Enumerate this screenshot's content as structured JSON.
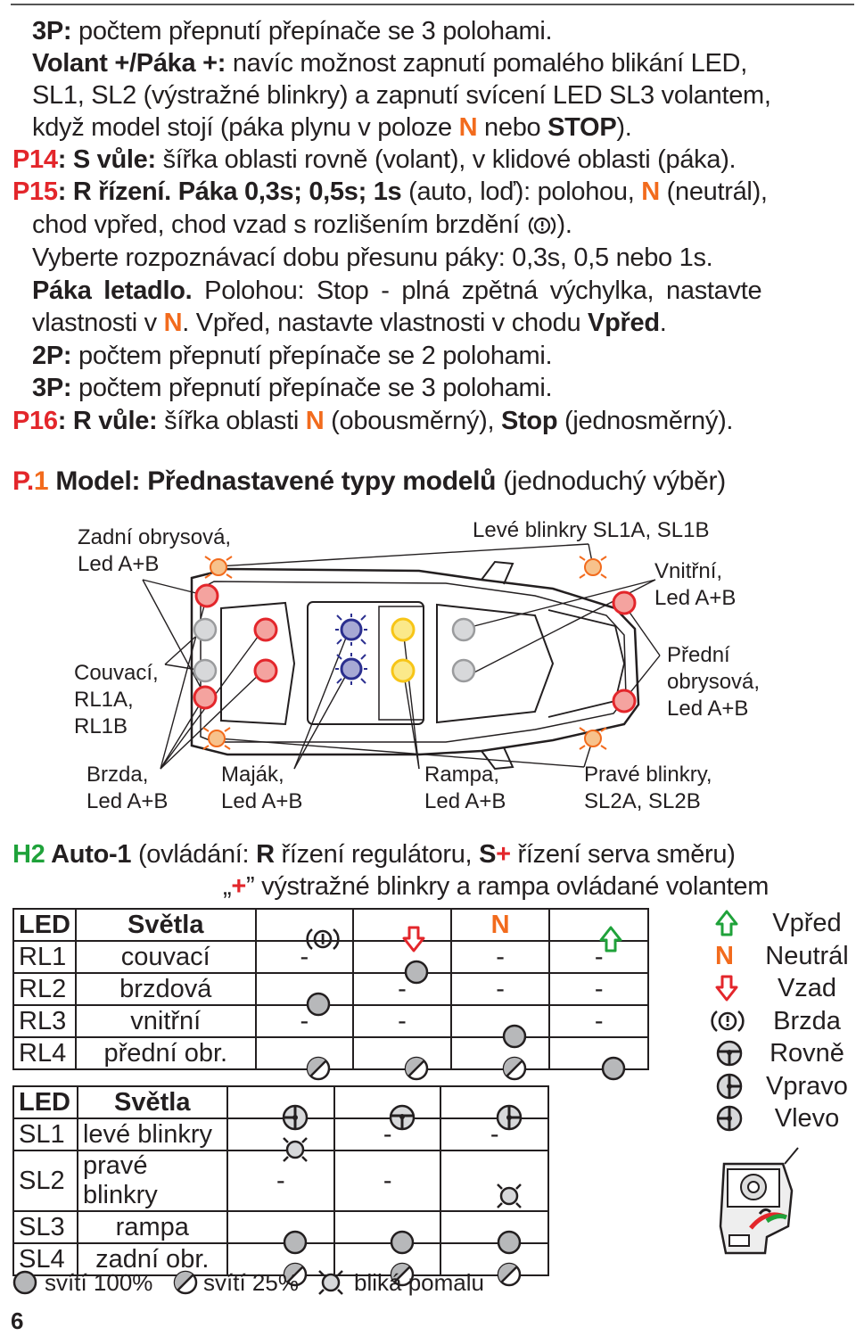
{
  "text": {
    "l1": [
      "3P:",
      " počtem přepnutí přepínače se 3 polohami."
    ],
    "l2": [
      "Volant +/Páka +:",
      " navíc možnost zapnutí pomalého blikání LED,"
    ],
    "l3": "SL1, SL2 (výstražné blinkry) a zapnutí svícení LED SL3 volantem,",
    "l4": [
      "když model stojí (páka plynu v poloze ",
      "N",
      " nebo ",
      "STOP",
      ")."
    ],
    "l5": [
      "P14",
      ": ",
      "S vůle:",
      " šířka oblasti rovně (volant), v klidové oblasti (páka)."
    ],
    "l6": [
      "P15",
      ": ",
      "R řízení.",
      " ",
      "Páka 0,3s; 0,5s; 1s",
      " (auto, loď): polohou, ",
      "N",
      " (neutrál),"
    ],
    "l7": [
      "chod vpřed, chod vzad s rozlišením brzdění ",
      ")."
    ],
    "l8": "Vyberte rozpoznávací dobu přesunu páky: 0,3s, 0,5 nebo 1s.",
    "l9": [
      "Páka letadlo.",
      " Polohou: Stop - plná zpětná výchylka, nastavte"
    ],
    "l10": [
      "vlastnosti v ",
      "N",
      ". Vpřed, nastavte vlastnosti v chodu ",
      "Vpřed",
      "."
    ],
    "l11": [
      "2P:",
      " počtem přepnutí přepínače se 2 polohami."
    ],
    "l12": [
      "3P:",
      " počtem přepnutí přepínače se 3 polohami."
    ],
    "l13": [
      "P16",
      ": ",
      "R vůle:",
      " šířka oblasti ",
      "N",
      " (obousměrný), ",
      "Stop",
      " (jednosměrný)."
    ],
    "heading": [
      "P.",
      "1",
      " Model: Přednastavené typy modelů",
      " (jednoduchý výběr)"
    ],
    "h2": [
      "H2",
      " Auto-1",
      " (ovládání: ",
      "R",
      " řízení regulátoru, ",
      "S",
      "+",
      " řízení serva směru)"
    ],
    "h2b": [
      "„",
      "+",
      "” výstražné blinkry a rampa ovládané volantem"
    ]
  },
  "figure_labels": {
    "zadni": [
      "Zadní obrysová,",
      "Led A+B"
    ],
    "leve": "Levé blinkry SL1A, SL1B",
    "vnitrni": [
      "Vnitřní,",
      "Led A+B"
    ],
    "couvaci": [
      "Couvací,",
      "RL1A,",
      "RL1B"
    ],
    "predni": [
      "Přední",
      "obrysová,",
      "Led A+B"
    ],
    "brzda": [
      "Brzda,",
      "Led A+B"
    ],
    "majak": [
      "Maják,",
      "Led A+B"
    ],
    "rampa": [
      "Rampa,",
      "Led A+B"
    ],
    "prave": [
      "Pravé blinkry,",
      "SL2A, SL2B"
    ]
  },
  "table1": {
    "headers": [
      "LED",
      "Světla",
      "brake-icon",
      "reverse-arrow-icon",
      "N",
      "forward-arrow-icon"
    ],
    "rows": [
      {
        "led": "RL1",
        "name": "couvací",
        "cells": [
          "-",
          "full",
          "-",
          "-"
        ]
      },
      {
        "led": "RL2",
        "name": "brzdová",
        "cells": [
          "full",
          "-",
          "-",
          "-"
        ]
      },
      {
        "led": "RL3",
        "name": "vnitřní",
        "cells": [
          "-",
          "-",
          "full",
          "-"
        ]
      },
      {
        "led": "RL4",
        "name": "přední obr.",
        "cells": [
          "dim",
          "dim",
          "dim",
          "full"
        ]
      }
    ]
  },
  "table2": {
    "headers": [
      "LED",
      "Světla",
      "wheel-left-icon",
      "wheel-straight-icon",
      "wheel-right-icon"
    ],
    "rows": [
      {
        "led": "SL1",
        "name": "levé blinkry",
        "cells": [
          "blink",
          "-",
          "-"
        ]
      },
      {
        "led": "SL2",
        "name": "pravé blinkry",
        "cells": [
          "-",
          "-",
          "blink"
        ]
      },
      {
        "led": "SL3",
        "name": "rampa",
        "cells": [
          "full",
          "full",
          "full"
        ]
      },
      {
        "led": "SL4",
        "name": "zadní obr.",
        "cells": [
          "dim",
          "dim",
          "dim"
        ]
      }
    ]
  },
  "legend_right": [
    {
      "icon": "forward-arrow-icon",
      "label": "Vpřed"
    },
    {
      "icon": "N",
      "label": "Neutrál"
    },
    {
      "icon": "reverse-arrow-icon",
      "label": "Vzad"
    },
    {
      "icon": "brake-icon",
      "label": "Brzda"
    },
    {
      "icon": "wheel-straight-icon",
      "label": "Rovně"
    },
    {
      "icon": "wheel-right-icon",
      "label": "Vpravo"
    },
    {
      "icon": "wheel-left-icon",
      "label": "Vlevo"
    }
  ],
  "legend_bottom": [
    {
      "icon": "full",
      "label": "svítí 100%"
    },
    {
      "icon": "dim",
      "label": "svítí 25%"
    },
    {
      "icon": "blink",
      "label": "bliká pomalu"
    }
  ],
  "colors": {
    "red": "#e3262b",
    "orange": "#f26b1d",
    "green": "#1fa23a",
    "blue": "#2b2f8f",
    "yellow": "#f7d417",
    "gray": "#b7b8ba"
  },
  "page_number": "6"
}
